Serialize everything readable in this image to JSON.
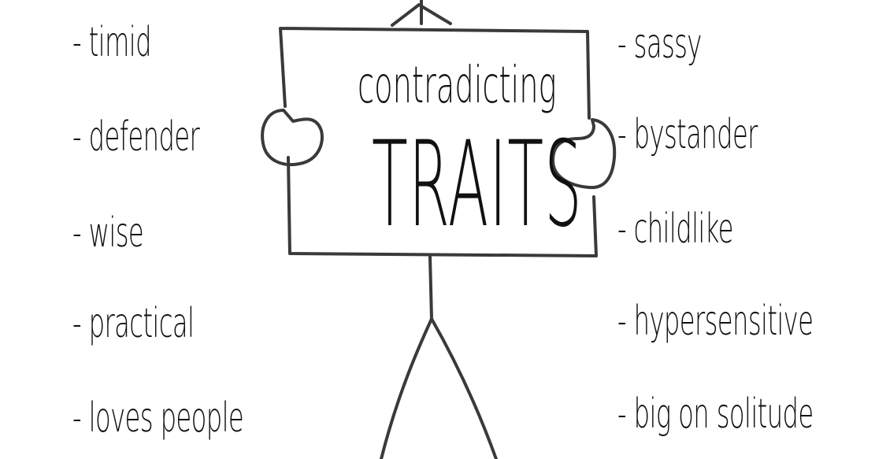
{
  "sign": {
    "subtitle": "contradicting",
    "title": "TRAITS"
  },
  "left_traits": [
    {
      "label": "- timid"
    },
    {
      "label": "- defender"
    },
    {
      "label": "- wise"
    },
    {
      "label": "- practical"
    },
    {
      "label": "- loves people"
    }
  ],
  "right_traits": [
    {
      "label": "- sassy"
    },
    {
      "label": "- bystander"
    },
    {
      "label": "- childlike"
    },
    {
      "label": "- hypersensitive"
    },
    {
      "label": "- big on solitude"
    }
  ],
  "colors": {
    "ink": "#111111",
    "line": "#3a3a3a",
    "background": "#ffffff"
  }
}
